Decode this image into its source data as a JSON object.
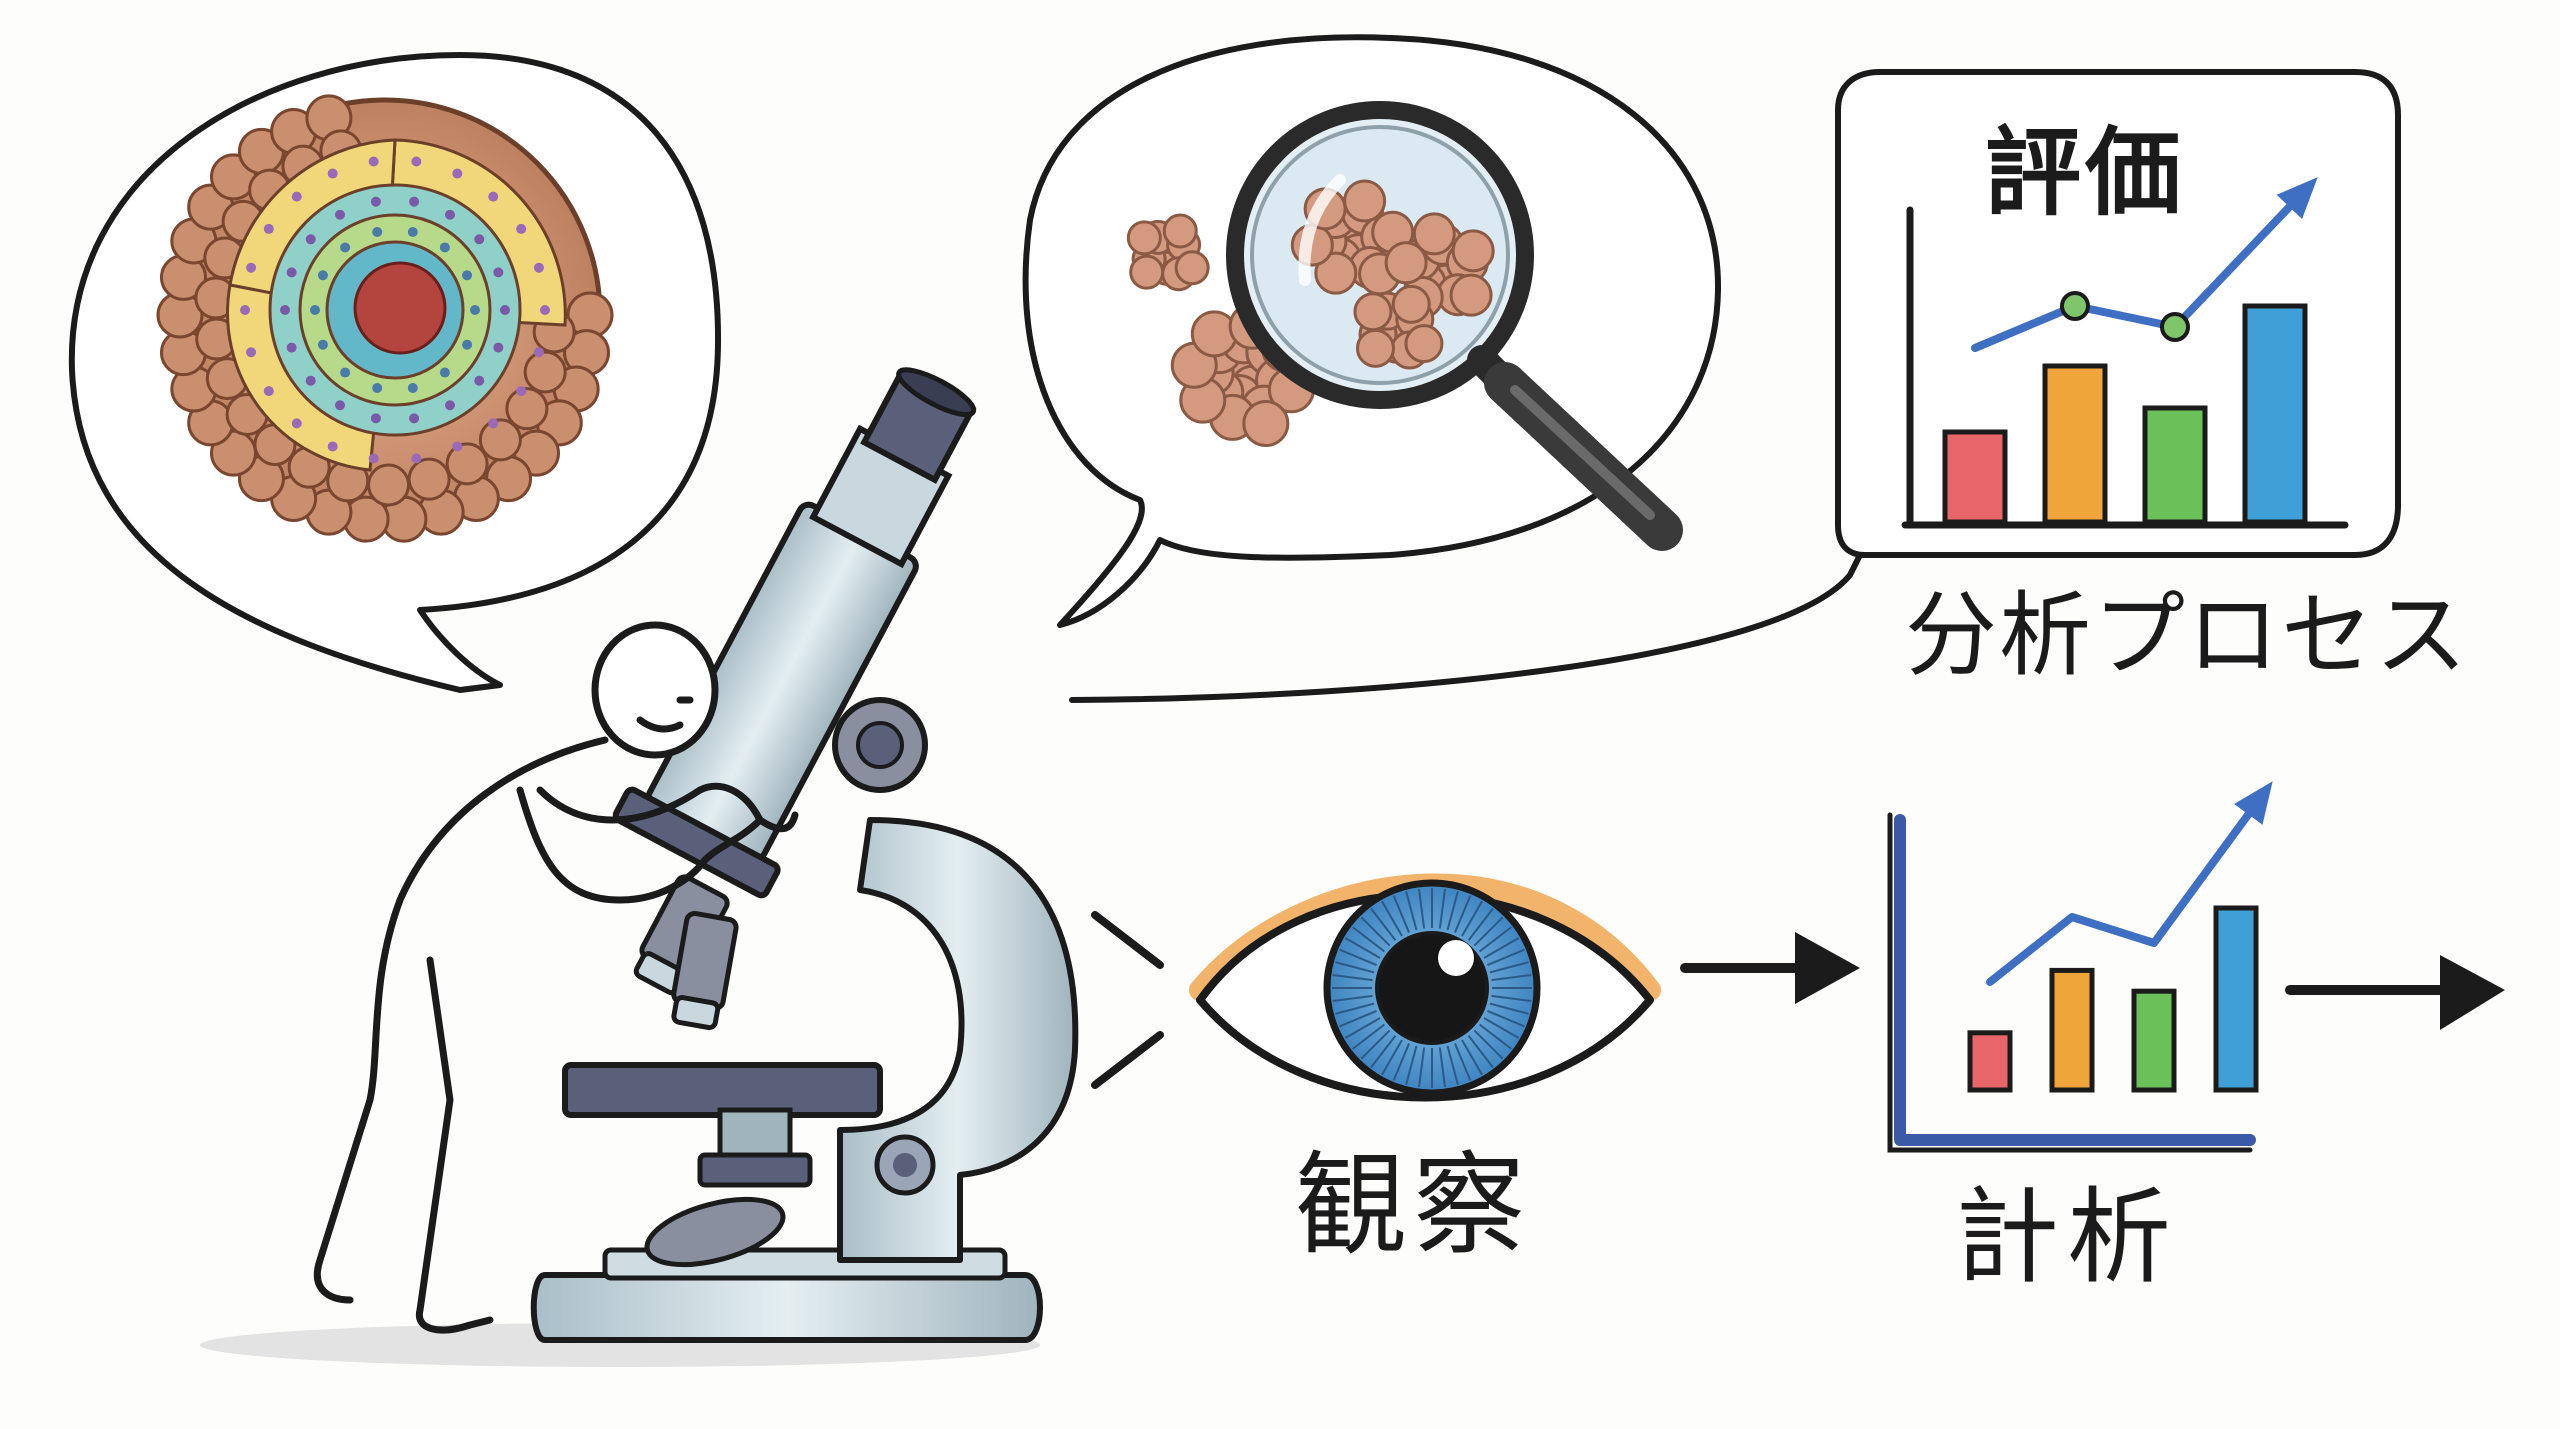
{
  "labels": {
    "evaluation": "評価",
    "analysis_process": "分析プロセス",
    "observation": "観察",
    "measurement_analysis": "計析"
  },
  "icons": [
    "cell-sphere-cross-section-icon",
    "magnifying-glass-icon",
    "bar-chart-rising-icon",
    "microscope-icon",
    "stick-figure-scientist-icon",
    "eye-icon",
    "arrow-right-icon"
  ],
  "colors": {
    "ink": "#1b1b1b",
    "microscope_body": "#c9d8de",
    "microscope_dark": "#4a4f6a",
    "cell_outer": "#c98f6f",
    "bar_red": "#e8666a",
    "bar_orange": "#f0a53a",
    "bar_green": "#6cc05a",
    "bar_blue": "#3ea0d6",
    "trend_line": "#3f6fc2",
    "eye_iris": "#5ba5d8",
    "eyelid_accent": "#f2b46a"
  },
  "charts": {
    "evaluation_bars": [
      0.3,
      0.52,
      0.38,
      0.72
    ],
    "evaluation_trend": [
      0.48,
      0.62,
      0.55,
      0.9
    ],
    "measurement_bars": [
      0.22,
      0.46,
      0.38,
      0.7
    ],
    "measurement_trend": [
      0.3,
      0.55,
      0.45,
      0.88
    ]
  }
}
